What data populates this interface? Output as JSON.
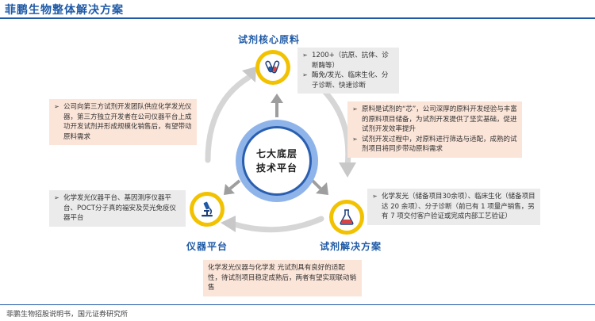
{
  "header": {
    "title": "菲鹏生物整体解决方案"
  },
  "center": {
    "line1": "七大底层",
    "line2": "技术平台"
  },
  "nodes": {
    "raw_materials": {
      "label": "试剂核心原料"
    },
    "reagent_solution": {
      "label": "试剂解决方案"
    },
    "instrument": {
      "label": "仪器平台"
    }
  },
  "boxes": {
    "raw_materials_detail": {
      "items": [
        "1200+（抗原、抗体、诊断酶等）",
        "酶免/发光、临床生化、分子诊断、快速诊断"
      ]
    },
    "raw_to_reagent": {
      "items": [
        "原料是试剂的“芯”，公司深厚的原料开发经验与丰富的原料项目储备，为试剂开发提供了坚实基础，促进试剂开发效率提升",
        "试剂开发过程中，对原料进行筛选与适配，成熟的试剂项目将同步带动原料需求"
      ]
    },
    "reagent_detail": {
      "items": [
        "化学发光（储备项目30余项）、临床生化（储备项目达 20 余项）、分子诊断（前已有 1 项量产销售，另有 7 项交付客户验证或完成内部工艺验证）"
      ]
    },
    "instrument_to_reagent": {
      "text": "化学发光仪器与化学发 光试剂具有良好的适配性，待试剂项目稳定成熟后，两者有望实现联动销售"
    },
    "instrument_detail": {
      "items": [
        "化学发光仪器平台、基因测序仪器平台、POCT分子真的福安及荧光免疫仪器平台"
      ]
    },
    "instrument_to_raw": {
      "items": [
        "公司向第三方试剂开发团队供应化学发光仪器，第三方独立开发者在公司仪器平台上成功开发试剂并形成规模化销售后，有望带动原料需求"
      ]
    }
  },
  "footer": {
    "source": "菲鹏生物招股说明书，国元证券研究所"
  },
  "colors": {
    "accent": "#1f5aa6",
    "node": "#f2c200",
    "hub_ring": "#2a5fb0",
    "pink_box": "#fbe4d8",
    "gray_box": "#ebebeb"
  },
  "icons": {
    "raw_materials": "test-tubes-icon",
    "reagent_solution": "flask-icon",
    "instrument": "microscope-icon"
  }
}
